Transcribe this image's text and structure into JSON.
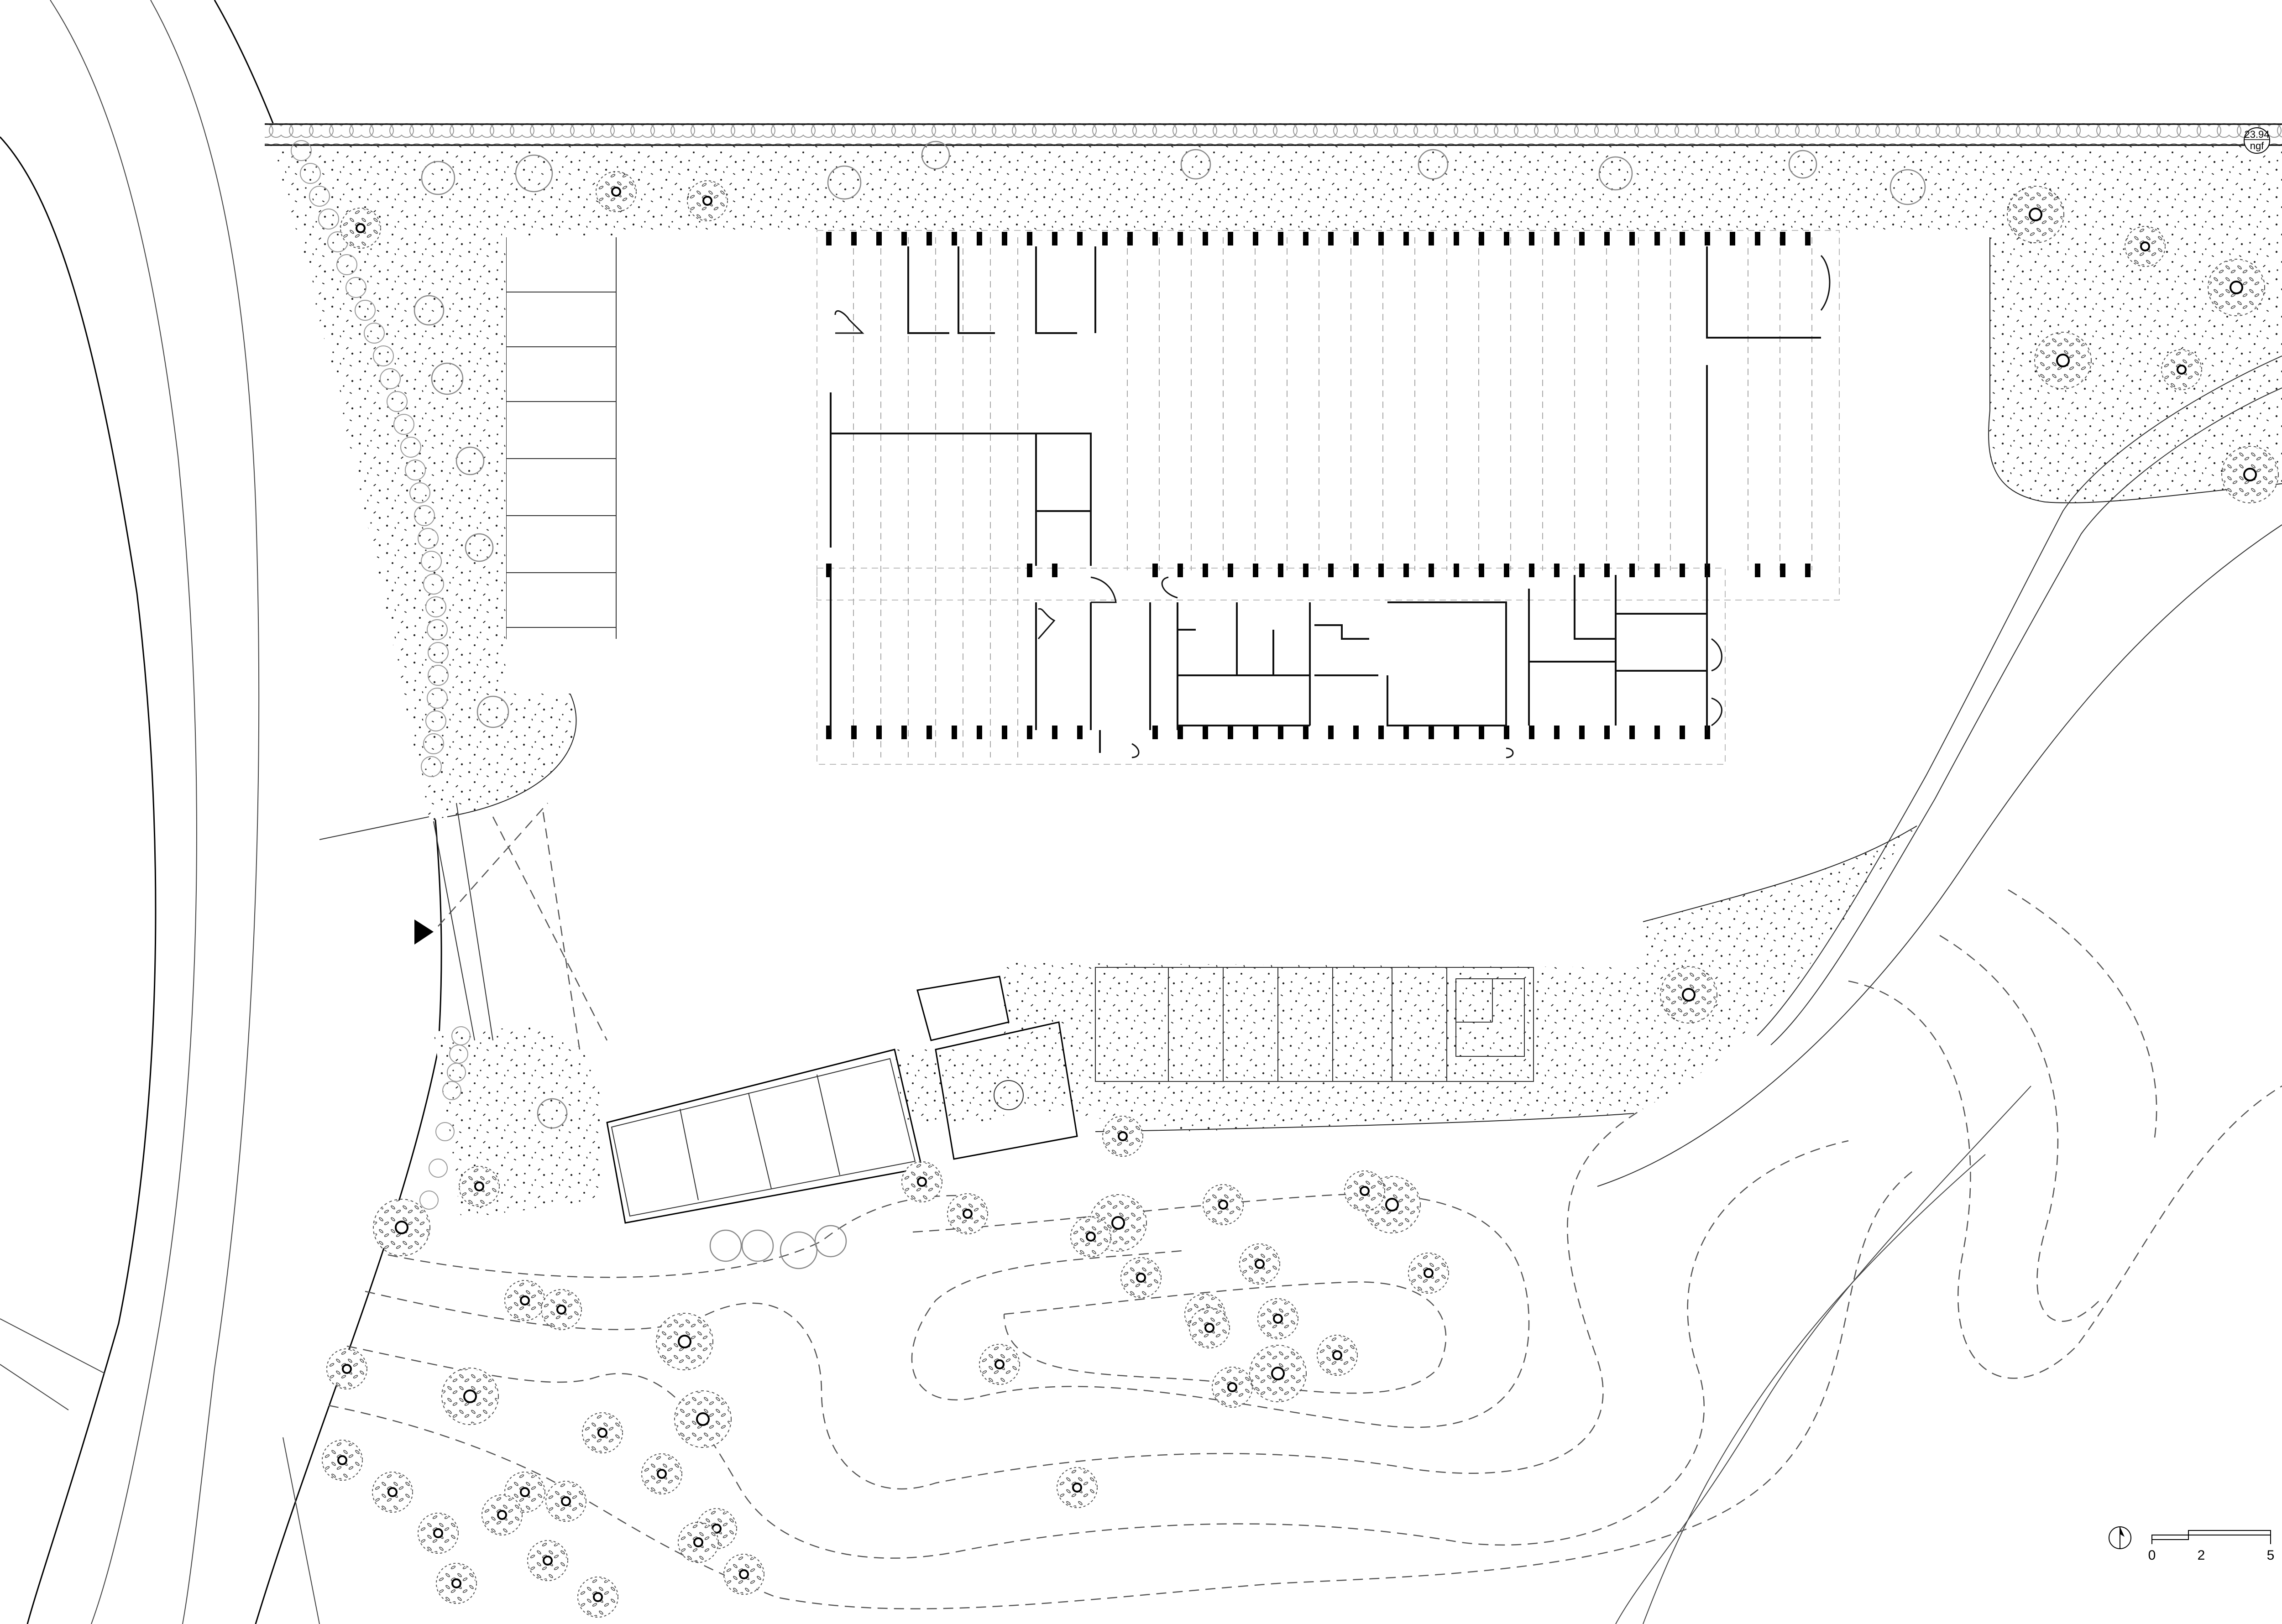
{
  "elevation_marker": {
    "value": "23.94",
    "unit": "ngf"
  },
  "scale_bar": {
    "ticks": [
      "0",
      "2",
      "5"
    ]
  },
  "north_arrow": {
    "icon": "north-arrow-icon"
  },
  "entrance_marker": {
    "icon": "entrance-triangle-icon"
  },
  "colors": {
    "line": "#000000",
    "background": "#ffffff",
    "dashed": "#555555",
    "hatch": "#aaaaaa"
  }
}
